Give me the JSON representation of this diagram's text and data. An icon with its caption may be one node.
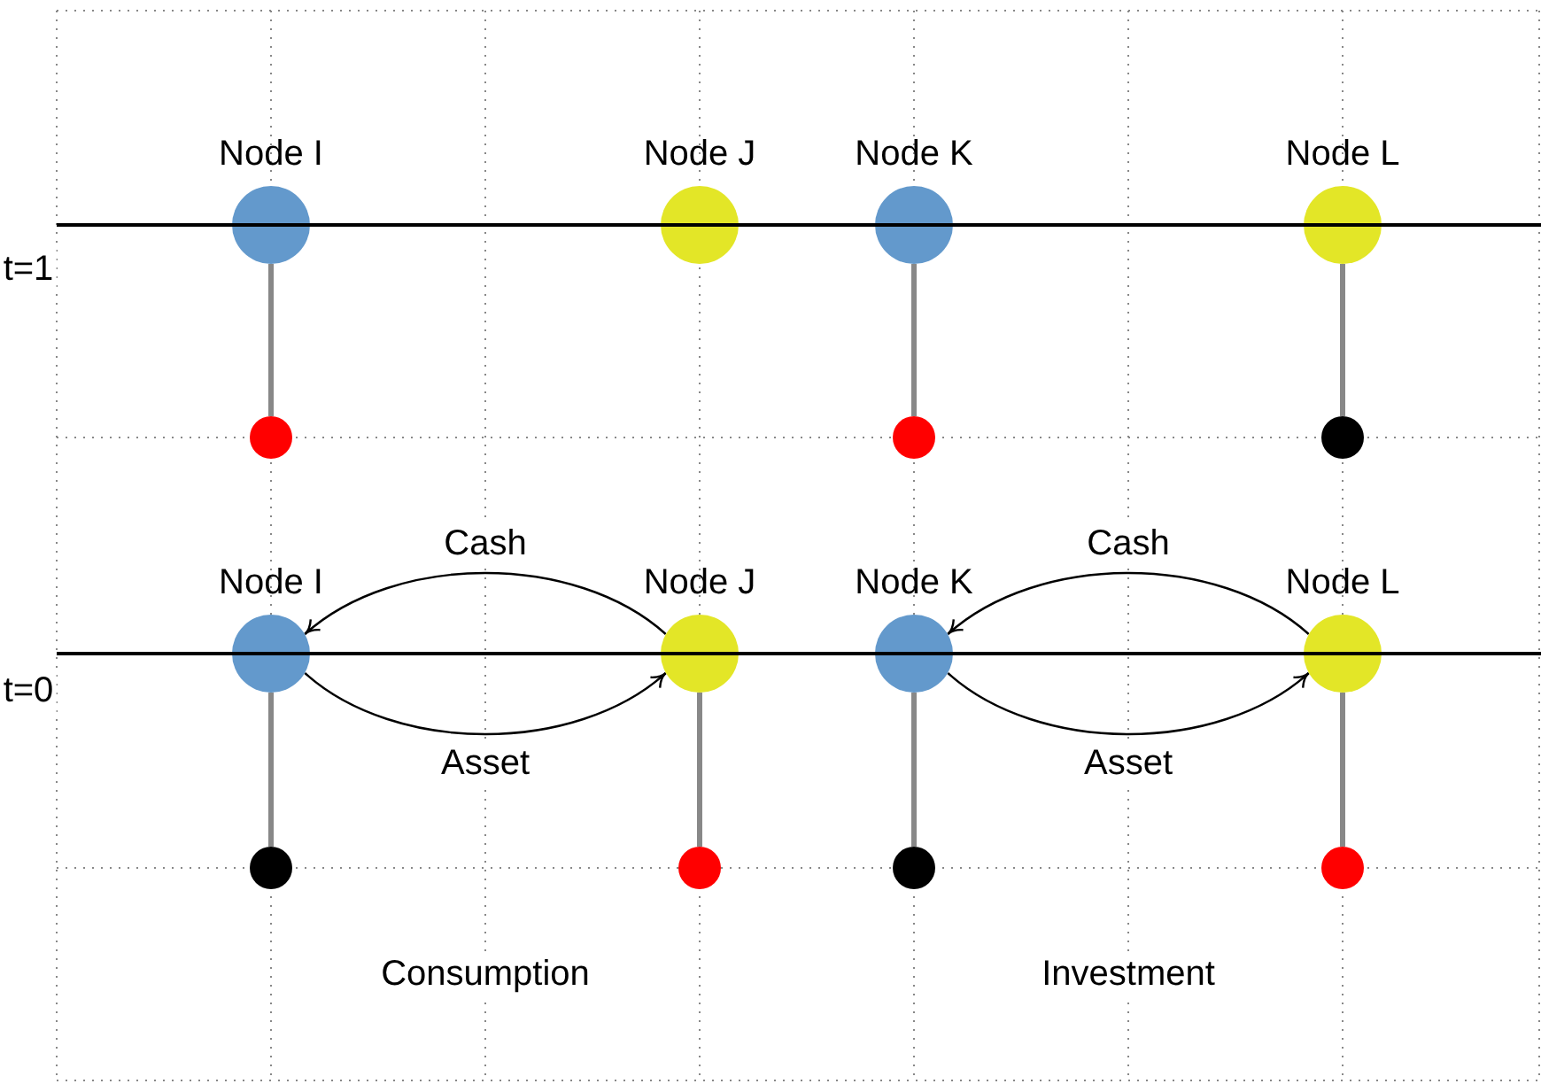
{
  "diagram": {
    "nodes": [
      {
        "text": [
          "Node I"
        ]
      },
      {
        "text": [
          "Node J"
        ]
      },
      {
        "text": [
          "Node K"
        ]
      },
      {
        "text": [
          "Node L"
        ]
      },
      {
        "text": [],
        "shape": "circle"
      },
      {
        "text": [],
        "shape": "circle"
      },
      {
        "text": [],
        "shape": "circle"
      },
      {
        "text": [
          "Node I"
        ]
      },
      {
        "text": [
          "Node J"
        ]
      },
      {
        "text": [
          "Node K"
        ]
      },
      {
        "text": [
          "Node L"
        ]
      },
      {
        "text": [],
        "shape": "circle"
      },
      {
        "text": [],
        "shape": "circle"
      },
      {
        "text": [],
        "shape": "circle"
      },
      {
        "text": [],
        "shape": "circle"
      }
    ],
    "edges": [
      {
        "from": 0,
        "to": 4,
        "arrow": "none"
      },
      {
        "from": 2,
        "to": 5,
        "arrow": "none"
      },
      {
        "from": 3,
        "to": 6,
        "arrow": "none"
      },
      {
        "from": 8,
        "to": 7,
        "arrow": "to",
        "label": "Cash",
        "color": "#000000"
      },
      {
        "from": 7,
        "to": 8,
        "arrow": "to",
        "label": "Asset",
        "color": "#000000"
      },
      {
        "from": 10,
        "to": 9,
        "arrow": "to",
        "label": "Cash",
        "color": "#000000"
      },
      {
        "from": 9,
        "to": 10,
        "arrow": "to",
        "label": "Asset",
        "color": "#000000"
      },
      {
        "from": 7,
        "to": 11,
        "arrow": "none"
      },
      {
        "from": 8,
        "to": 12,
        "arrow": "none"
      },
      {
        "from": 9,
        "to": 13,
        "arrow": "none"
      },
      {
        "from": 10,
        "to": 14,
        "arrow": "none"
      }
    ],
    "labels": [
      "t=1",
      "t=0",
      "Consumption",
      "Investment"
    ]
  }
}
